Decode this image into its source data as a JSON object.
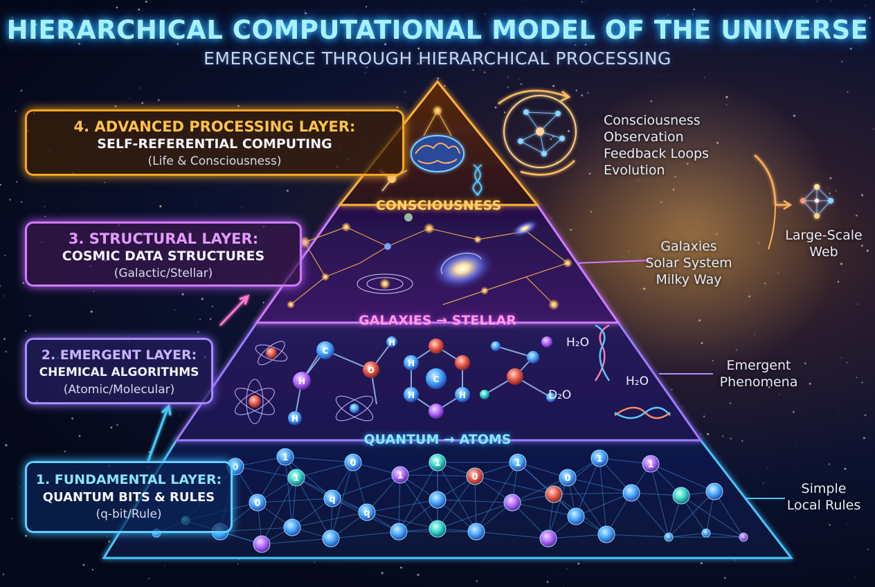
{
  "title": "HIERARCHICAL COMPUTATIONAL MODEL OF THE UNIVERSE",
  "subtitle": "EMERGENCE THROUGH HIERARCHICAL PROCESSING",
  "layers": [
    {
      "heading": "4. ADVANCED PROCESSING LAYER:",
      "name": "SELF-REFERENTIAL COMPUTING",
      "scope": "(Life & Consciousness)",
      "color": "#f5a623"
    },
    {
      "heading": "3. STRUCTURAL LAYER:",
      "name": "COSMIC DATA STRUCTURES",
      "scope": "(Galactic/Stellar)",
      "color": "#d07cff"
    },
    {
      "heading": "2. EMERGENT LAYER:",
      "name": "CHEMICAL ALGORITHMS",
      "scope": "(Atomic/Molecular)",
      "color": "#a98cff"
    },
    {
      "heading": "1. FUNDAMENTAL LAYER:",
      "name": "QUANTUM BITS & RULES",
      "scope": "(q-bit/Rule)",
      "color": "#5fd0ff"
    }
  ],
  "transitions": {
    "consciousness": "CONSCIOUSNESS",
    "galaxies_stellar": "GALAXIES → STELLAR",
    "quantum_atoms": "QUANTUM → ATOMS"
  },
  "side_notes": {
    "top": [
      "Consciousness",
      "Observation",
      "Feedback Loops",
      "Evolution"
    ],
    "large_scale": [
      "Large-Scale",
      "Web"
    ],
    "structures": [
      "Galaxies",
      "Solar System",
      "Milky Way"
    ],
    "emergent": [
      "Emergent",
      "Phenomena"
    ],
    "rules": [
      "Simple",
      "Local Rules"
    ]
  },
  "molecule_labels": {
    "water_1": "H₂O",
    "water_2": "H₂O",
    "heavy_water": "D₂O",
    "atoms": [
      "H",
      "C",
      "O",
      "H",
      "C",
      "H",
      "H",
      "H",
      "H"
    ]
  },
  "qubit_labels": [
    "0",
    "1",
    "0",
    "1",
    "1",
    "0",
    "1",
    "0",
    "1",
    "1",
    "0",
    "1",
    "q",
    "q"
  ],
  "colors": {
    "top_layer": "#f5a623",
    "structural_layer": "#d07cff",
    "emergent_layer": "#9c7dff",
    "fundamental_layer": "#49c6ff",
    "title_glow": "#38c8ff"
  }
}
